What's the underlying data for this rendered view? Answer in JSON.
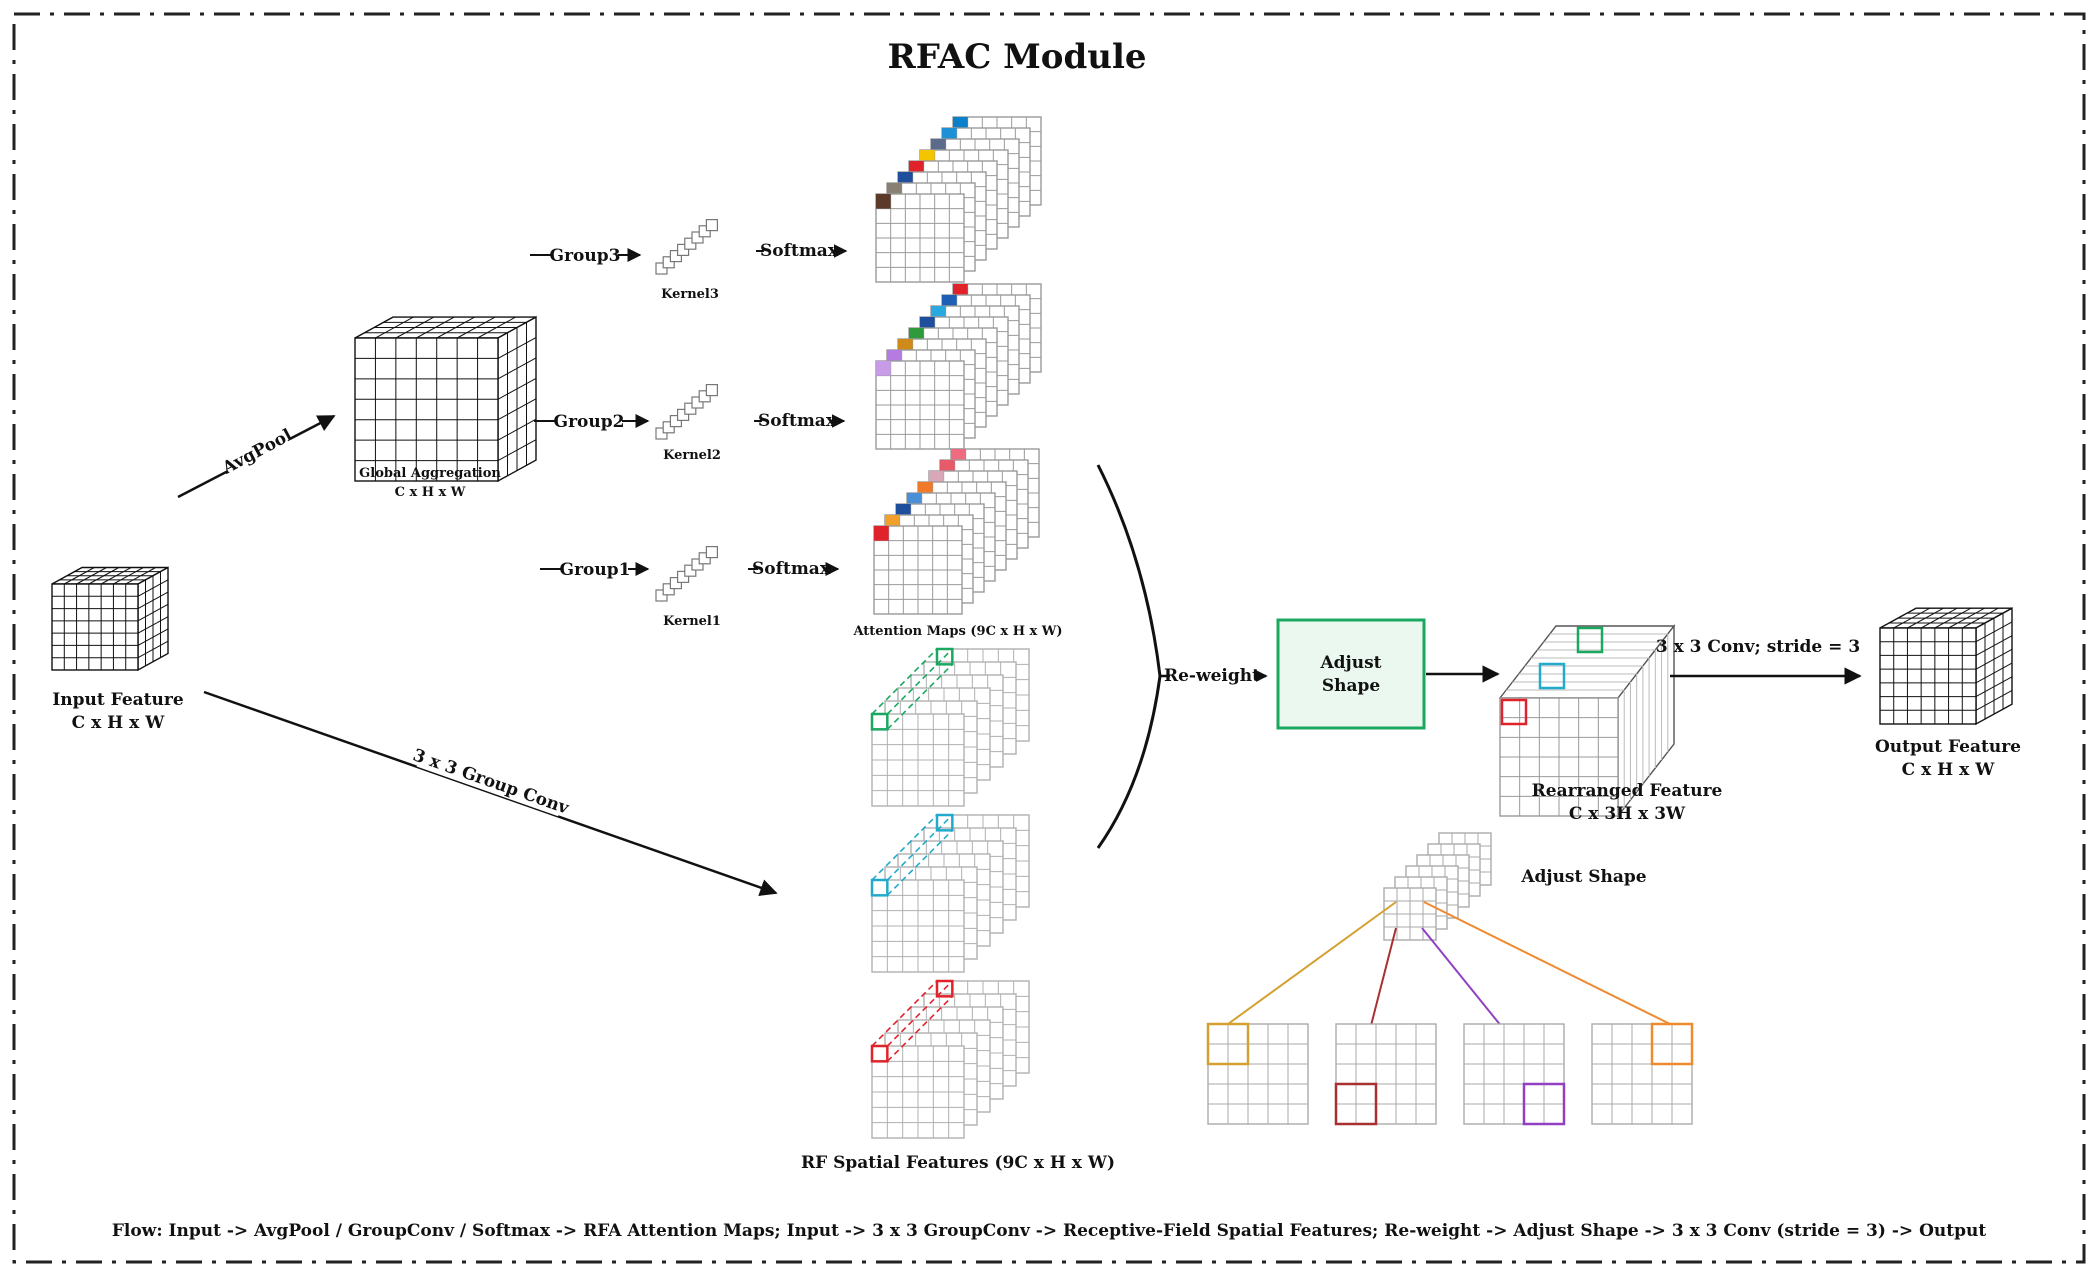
{
  "title": "RFAC Module",
  "input": {
    "name": "Input Feature",
    "dims": "C x H x W"
  },
  "global": {
    "name": "Global Aggregation",
    "dims": "C x H x W"
  },
  "avgpool": "AvgPool",
  "groups": [
    {
      "label": "Group3",
      "kernel": "Kernel3",
      "softmax": "Softmax"
    },
    {
      "label": "Group2",
      "kernel": "Kernel2",
      "softmax": "Softmax"
    },
    {
      "label": "Group1",
      "kernel": "Kernel1",
      "softmax": "Softmax"
    }
  ],
  "attention_caption": "Attention Maps (9C x H x W)",
  "group_conv": "3 x 3 Group Conv",
  "rf_caption": "RF Spatial Features (9C x H x W)",
  "reweight": "Re-weight",
  "adjust_box": [
    "Adjust",
    "Shape"
  ],
  "rearranged": {
    "name": "Rearranged Feature",
    "dims": "C x 3H x 3W"
  },
  "conv_label": "3 x 3 Conv; stride = 3",
  "output": {
    "name": "Output Feature",
    "dims": "C x H x W"
  },
  "adjust_shape_label": "Adjust Shape",
  "flow_text": "Flow: Input -> AvgPool / GroupConv / Softmax -> RFA Attention Maps; Input -> 3 x 3 GroupConv -> Receptive-Field Spatial Features; Re-weight -> Adjust Shape -> 3 x 3 Conv (stride = 3) -> Output",
  "colors": {
    "attention3": [
      "#5b3a29",
      "#8a7f73",
      "#1f4e9c",
      "#e0232b",
      "#f2c500",
      "#5a6b8c",
      "#1e90d6",
      "#0b7fc7"
    ],
    "attention2": [
      "#c79be8",
      "#b67be0",
      "#d08a1a",
      "#2e9a3c",
      "#1f4e9c",
      "#2aa9e0",
      "#1e5fb6",
      "#e0232b"
    ],
    "attention1": [
      "#e0232b",
      "#f2a02c",
      "#1f4e9c",
      "#4a90d9",
      "#f07a2a",
      "#d9a8b8",
      "#e65a6a",
      "#f06a80"
    ],
    "rf": [
      "#1aa860",
      "#22aacc",
      "#e0232b"
    ],
    "adjust_box": "#1aa860",
    "rearranged_marks": [
      "#e0232b",
      "#22aacc",
      "#1aa860"
    ],
    "shape_lines": [
      "#d4a030",
      "#a83030",
      "#9040c0",
      "#f08a30"
    ]
  }
}
